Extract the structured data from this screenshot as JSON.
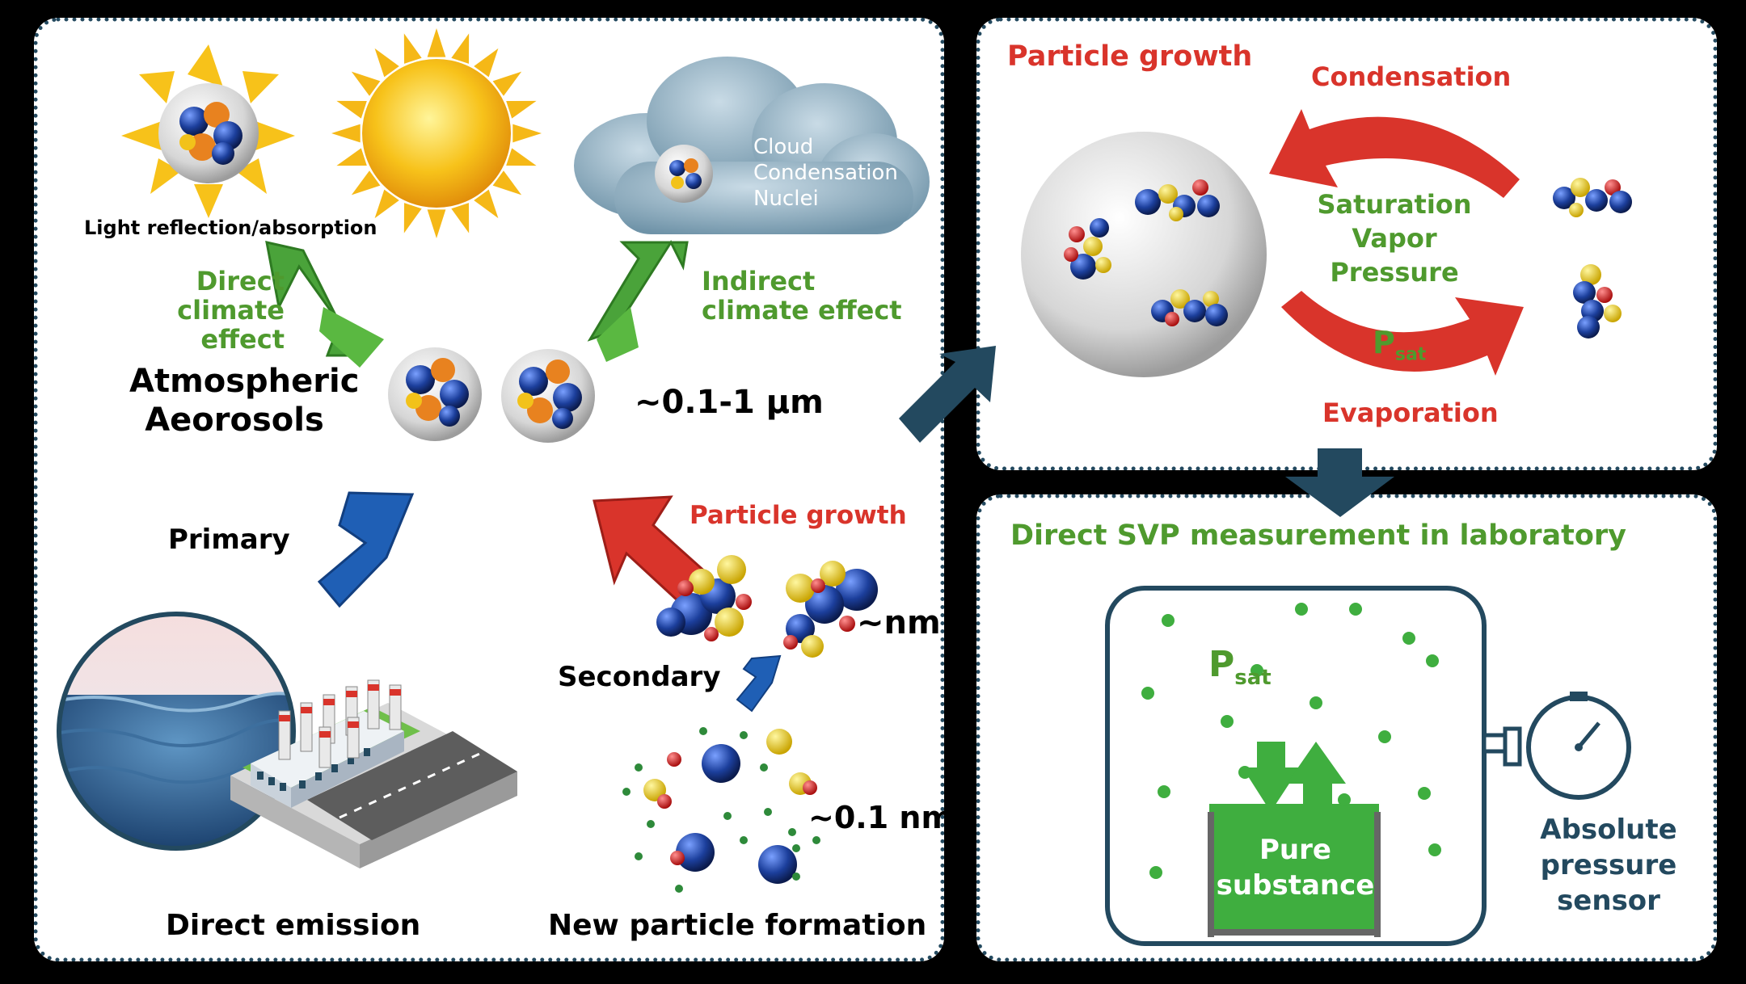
{
  "left_panel": {
    "light_label": "Light reflection/absorption",
    "cloud_label": "Cloud\nCondensation\nNuclei",
    "direct_effect": "Direct\nclimate effect",
    "indirect_effect": "Indirect\nclimate effect",
    "aerosols_label": "Atmospheric\nAeorosols",
    "size_micron": "~0.1-1 µm",
    "primary": "Primary",
    "particle_growth": "Particle growth",
    "size_nm": "~nm",
    "secondary": "Secondary",
    "size_01nm": "~0.1 nm",
    "direct_emission": "Direct emission",
    "new_particle_formation": "New particle formation"
  },
  "growth_panel": {
    "title": "Particle growth",
    "condensation": "Condensation",
    "svp_label": "Saturation\nVapor\nPressure",
    "psat_p": "P",
    "psat_sub": "sat",
    "evaporation": "Evaporation"
  },
  "lab_panel": {
    "title": "Direct SVP measurement in laboratory",
    "psat_p": "P",
    "psat_sub": "sat",
    "substance": "Pure\nsubstance",
    "sensor": "Absolute\npressure\nsensor"
  },
  "colors": {
    "green": "#4f9a2e",
    "red": "#d9342b",
    "navy": "#23495f",
    "blue": "#1f5fb5",
    "lab_green": "#3fae3f"
  }
}
